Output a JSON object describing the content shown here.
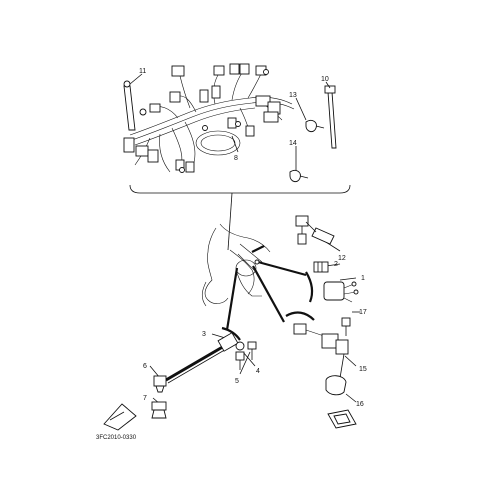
{
  "callouts": {
    "n1": "1",
    "n2": "2",
    "n3": "3",
    "n4": "4",
    "n5": "5",
    "n6": "6",
    "n7": "7",
    "n8": "8",
    "n10": "10",
    "n11": "11",
    "n12": "12",
    "n13": "13",
    "n14": "14",
    "n15": "15",
    "n16": "16",
    "n17": "17"
  },
  "diagram_code": "3FC2010-0330"
}
